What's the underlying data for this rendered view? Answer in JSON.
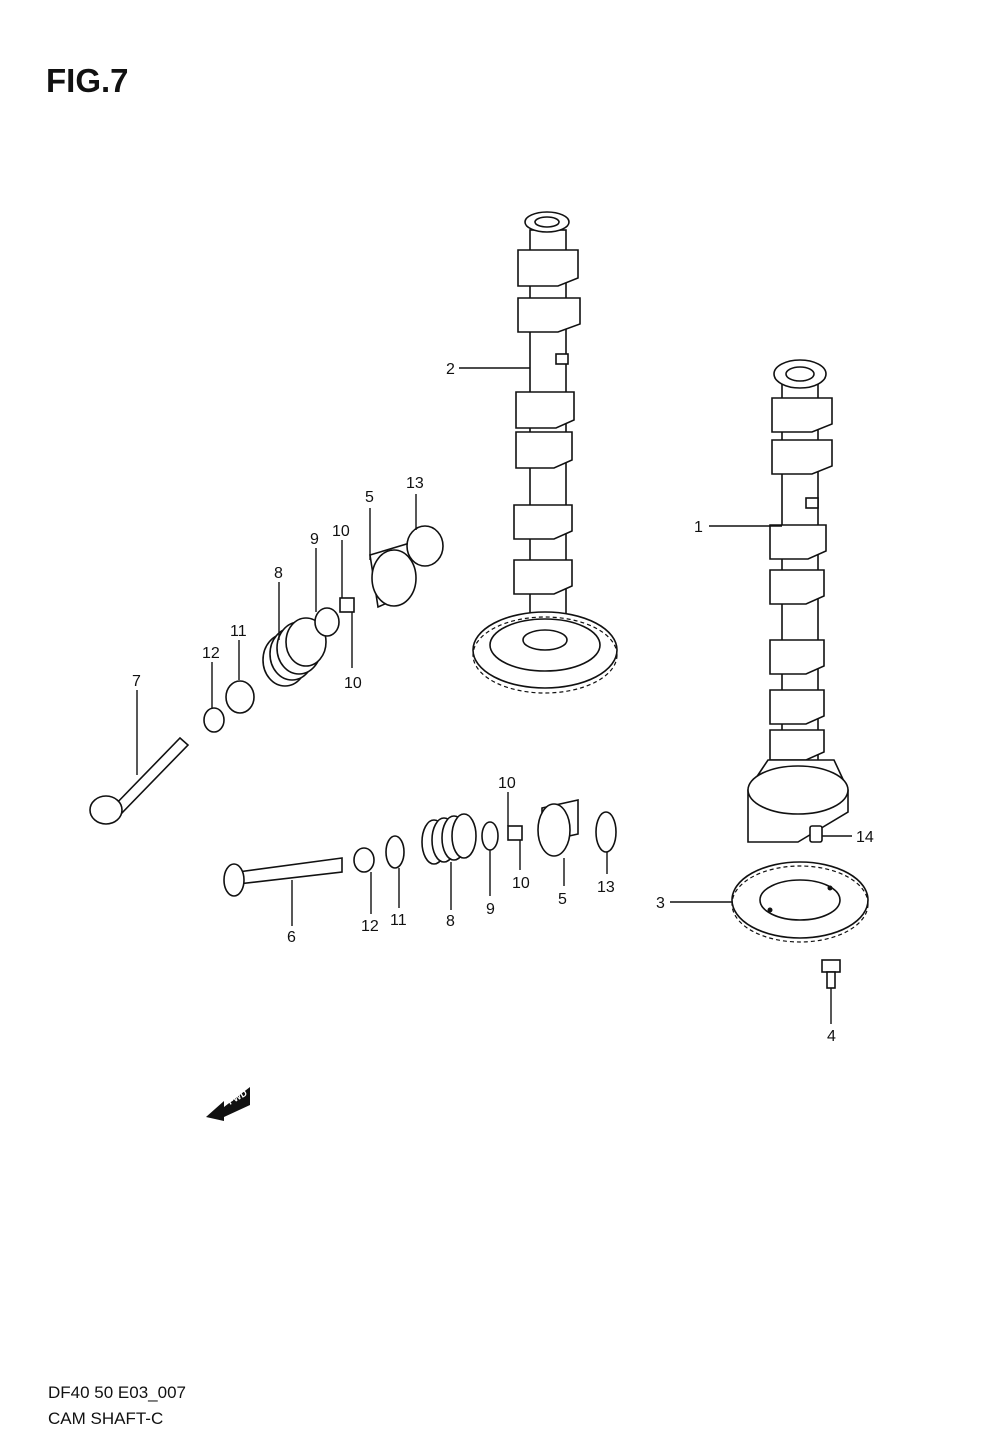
{
  "figure": {
    "title": "FIG.7",
    "footer_code": "DF40 50 E03_007",
    "footer_name": "CAM SHAFT-C"
  },
  "fwd_arrow": {
    "label": "FWD"
  },
  "callouts": [
    {
      "id": "c-2",
      "text": "2"
    },
    {
      "id": "c-1",
      "text": "1"
    },
    {
      "id": "c-13a",
      "text": "13"
    },
    {
      "id": "c-5a",
      "text": "5"
    },
    {
      "id": "c-10a",
      "text": "10"
    },
    {
      "id": "c-9a",
      "text": "9"
    },
    {
      "id": "c-8a",
      "text": "8"
    },
    {
      "id": "c-11a",
      "text": "11"
    },
    {
      "id": "c-12a",
      "text": "12"
    },
    {
      "id": "c-10b",
      "text": "10"
    },
    {
      "id": "c-7",
      "text": "7"
    },
    {
      "id": "c-10c",
      "text": "10"
    },
    {
      "id": "c-10d",
      "text": "10"
    },
    {
      "id": "c-5b",
      "text": "5"
    },
    {
      "id": "c-13b",
      "text": "13"
    },
    {
      "id": "c-9b",
      "text": "9"
    },
    {
      "id": "c-8b",
      "text": "8"
    },
    {
      "id": "c-11b",
      "text": "11"
    },
    {
      "id": "c-12b",
      "text": "12"
    },
    {
      "id": "c-6",
      "text": "6"
    },
    {
      "id": "c-14",
      "text": "14"
    },
    {
      "id": "c-3",
      "text": "3"
    },
    {
      "id": "c-4",
      "text": "4"
    }
  ]
}
